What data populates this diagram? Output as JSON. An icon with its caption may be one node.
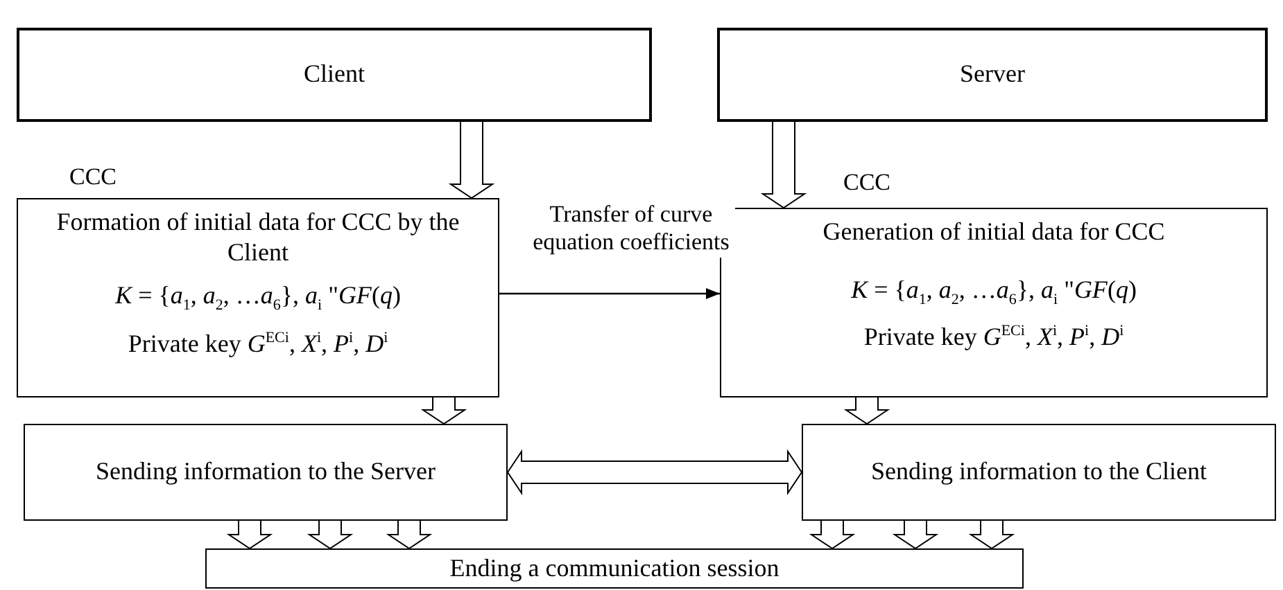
{
  "diagram": {
    "nodes": [
      {
        "text": [
          "Client"
        ]
      },
      {
        "text": [
          "Server"
        ]
      },
      {
        "text": [
          "Formation of initial data for CCC by the Client",
          "*K* = {*a*$_{1}$, *a*$_{2}$, …*a*$_{6}$}, *a*$_{i}$ \"*GF*(*q*)",
          "Private key *G*$^{ECi}$, *X*$^{i}$, *P*$^{i}$, *D*$^{i}$"
        ]
      },
      {
        "text": [
          "Generation of initial data for CCC",
          "*K* = {*a*$_{1}$, *a*$_{2}$, …*a*$_{6}$}, *a*$_{i}$ \"*GF*(*q*)",
          "Private key *G*$^{ECi}$, *X*$^{i}$, *P*$^{i}$, *D*$^{i}$"
        ]
      },
      {
        "text": [
          "Sending information to the Server"
        ]
      },
      {
        "text": [
          "Sending information to the Client"
        ]
      },
      {
        "text": [
          "Ending a communication session"
        ]
      }
    ],
    "edges": [
      {
        "from": 0,
        "to": 2,
        "arrow": "to",
        "style": "thick"
      },
      {
        "from": 1,
        "to": 3,
        "arrow": "to",
        "style": "thick"
      },
      {
        "from": 2,
        "to": 3,
        "arrow": "to",
        "label": "Transfer of curve equation coefficients"
      },
      {
        "from": 2,
        "to": 4,
        "arrow": "to",
        "style": "thick"
      },
      {
        "from": 3,
        "to": 5,
        "arrow": "to",
        "style": "thick"
      },
      {
        "from": 4,
        "to": 5,
        "arrow": "both",
        "style": "thick"
      },
      {
        "from": 4,
        "to": 6,
        "arrow": "to",
        "style": "thick"
      },
      {
        "from": 4,
        "to": 6,
        "arrow": "to",
        "style": "thick"
      },
      {
        "from": 4,
        "to": 6,
        "arrow": "to",
        "style": "thick"
      },
      {
        "from": 5,
        "to": 6,
        "arrow": "to",
        "style": "thick"
      },
      {
        "from": 5,
        "to": 6,
        "arrow": "to",
        "style": "thick"
      },
      {
        "from": 5,
        "to": 6,
        "arrow": "to",
        "style": "thick"
      }
    ],
    "labels": [
      "CCC",
      "CCC"
    ]
  }
}
